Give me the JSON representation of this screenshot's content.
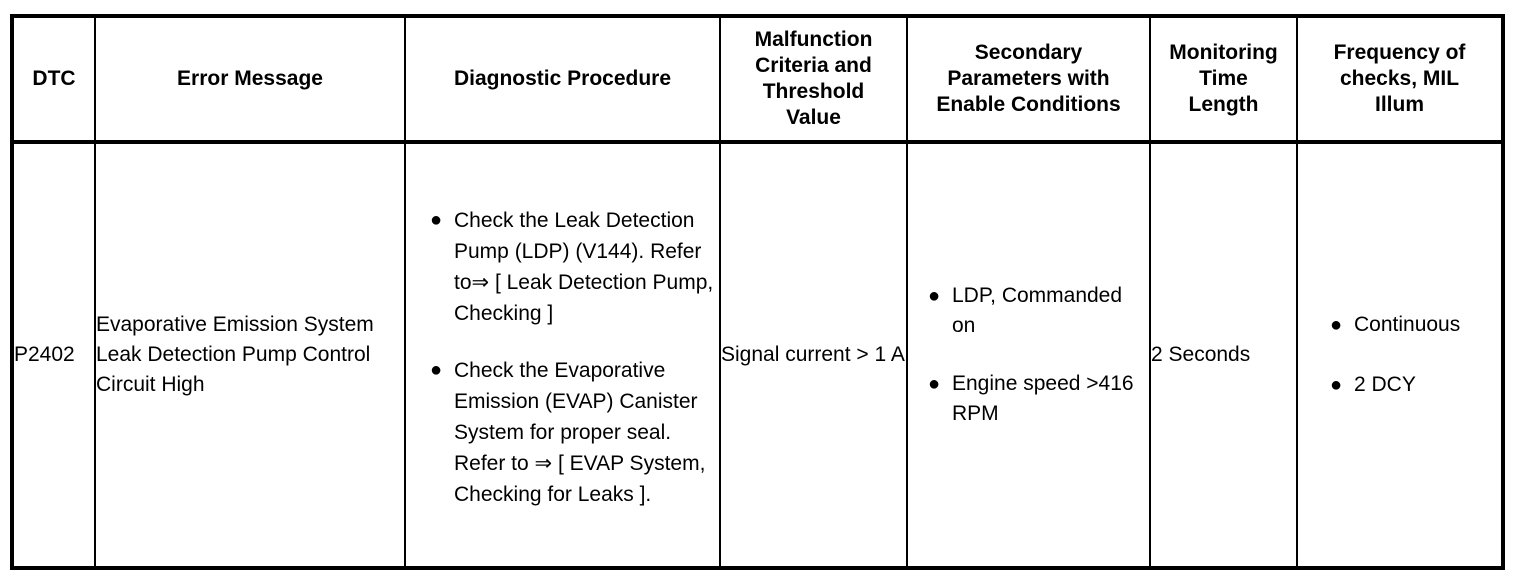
{
  "table": {
    "headers": [
      {
        "id": "dtc",
        "label": "DTC"
      },
      {
        "id": "error_message",
        "label": "Error Message"
      },
      {
        "id": "diagnostic_procedure",
        "label": "Diagnostic Procedure"
      },
      {
        "id": "malfunction_criteria",
        "label": "Malfunction Criteria and Threshold Value"
      },
      {
        "id": "secondary_parameters",
        "label": "Secondary Parameters with Enable Conditions"
      },
      {
        "id": "monitoring_time",
        "label": "Monitoring Time Length"
      },
      {
        "id": "frequency_mil",
        "label": "Frequency of checks, MIL Illum"
      }
    ],
    "header_lines": {
      "malfunction_criteria": [
        "Malfunction",
        "Criteria and",
        "Threshold",
        "Value"
      ],
      "secondary_parameters": [
        "Secondary",
        "Parameters with",
        "Enable Conditions"
      ],
      "monitoring_time": [
        "Monitoring",
        "Time",
        "Length"
      ],
      "frequency_mil": [
        "Frequency of",
        "checks, MIL",
        "Illum"
      ]
    },
    "rows": [
      {
        "dtc": "P2402",
        "error_message": "Evaporative Emission System Leak Detection Pump Control Circuit High",
        "diagnostic_procedure": [
          "Check the Leak Detection Pump (LDP) (V144). Refer to⇒ [ Leak Detection Pump, Checking ]",
          "Check the Evaporative Emission (EVAP) Canister System for proper seal. Refer to ⇒ [ EVAP System, Checking for Leaks ]."
        ],
        "malfunction_criteria": "Signal current > 1 A",
        "secondary_parameters": [
          "LDP, Commanded on",
          "Engine speed >416 RPM"
        ],
        "monitoring_time": "2 Seconds",
        "frequency_mil": [
          "Continuous",
          "2 DCY"
        ]
      }
    ]
  },
  "symbols": {
    "bullet": "●"
  },
  "colors": {
    "border": "#000000",
    "background": "#ffffff",
    "text": "#000000"
  }
}
